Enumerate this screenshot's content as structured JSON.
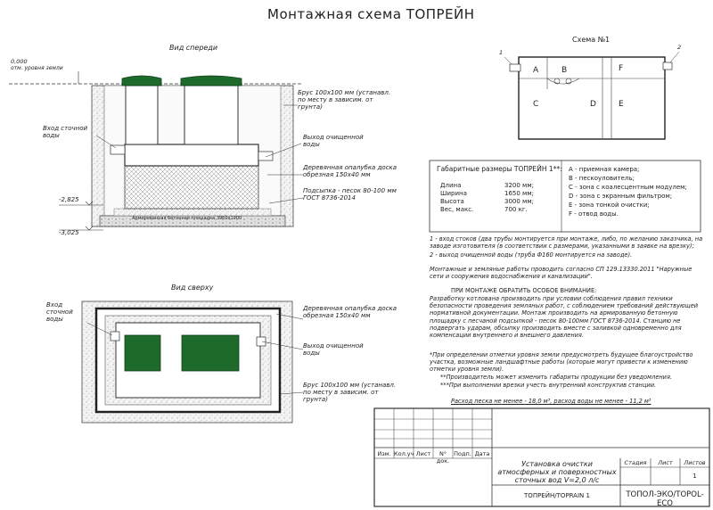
{
  "title": "Монтажная схема ТОПРЕЙН",
  "front_view": {
    "heading": "Вид спереди",
    "ground_level": "0,000",
    "ground_level_label": "отм. уровня земли",
    "inlet": "Вход сточной воды",
    "outlet": "Выход очищенной воды",
    "beam": "Брус 100х100 мм (устанавл. по месту в зависим. от грунта)",
    "formwork": "Деревянная опалубка доска обрезная 150х40 мм",
    "bedding": "Подсыпка - песок 80-100 мм ГОСТ 8736-2014",
    "level_1": "-2,825",
    "level_2": "-3,025",
    "slab": "Армированная бетонная площадка 3960х1900"
  },
  "top_view": {
    "heading": "Вид сверху",
    "inlet": "Вход сточной воды",
    "outlet": "Выход очищенной воды",
    "formwork": "Деревянная опалубка доска обрезная 150х40 мм",
    "beam": "Брус 100х100 мм (устанавл. по месту в зависим. от грунта)"
  },
  "scheme": {
    "heading": "Схема №1",
    "marker_1": "1",
    "marker_2": "2",
    "zones": [
      "A",
      "B",
      "C",
      "D",
      "E",
      "F"
    ]
  },
  "dims": {
    "heading": "Габаритные размеры ТОПРЕЙН 1**:",
    "rows": [
      {
        "label": "Длина",
        "value": "3200 мм;"
      },
      {
        "label": "Ширина",
        "value": "1650 мм;"
      },
      {
        "label": "Высота",
        "value": "3000 мм;"
      },
      {
        "label": "Вес, макс.",
        "value": "700 кг."
      }
    ],
    "legend": [
      "A - приемная камера;",
      "B - пескоуловитель;",
      "C - зона с коалесцентным модулем;",
      "D - зона с экранным фильтром;",
      "E - зона тонкой очистки;",
      "F - отвод воды."
    ]
  },
  "notes": {
    "p1": "1 - вход стоков (два трубы монтируется при монтаже, либо, по желанию заказчика, на заводе изготовителя (в соответствии с размерами, указанными в заявке на врезку);",
    "p1b": "2 - выход очищенной воды (труба Ф160 монтируется на заводе).",
    "p2": "Монтажные и земляные работы проводить согласно СП 129.13330.2011 \"Наружные сети и сооружения водоснабжения и канализации\".",
    "p3_head": "ПРИ МОНТАЖЕ ОБРАТИТЬ ОСОБОЕ ВНИМАНИЕ:",
    "p3": "Разработку котлована производить при условии соблюдения правил техники безопасности проведения земляных работ, с соблюдением требований действующей нормативной документации. Монтаж производить на армированную бетонную площадку с песчаной подсыпкой - песок 80-100мм ГОСТ 8736-2014. Станцию не подвергать ударам, обсыпку производить вместе с заливкой одновременно для компенсации внутреннего и внешнего давления.",
    "p4": "*При определении отметки уровня земли предусмотреть будущее благоустройство участка, возможные ландшафтные работы (которые могут привести к изменению отметки уровня земли).",
    "p5": "**Производитель может изменить габариты продукции без уведомления.",
    "p6": "***При выполнении врезки учесть внутренний конструктив станции.",
    "p7": "Расход песка не менее - 18,0 м³, расход воды не менее - 11,2 м³"
  },
  "stamp": {
    "cols": [
      "Изм.",
      "Кол.уч",
      "Лист",
      "N° док.",
      "Подп.",
      "Дата"
    ],
    "project": "Установка очистки атмосферных и поверхностных сточных вод V=2,0 л/с",
    "stage": "Стадия",
    "sheet": "Лист",
    "sheets": "Листов",
    "sheets_value": "1",
    "product": "ТОПРЕЙН/TOPRAIN 1",
    "company": "ТОПОЛ-ЭКО/TOPOL-ECO"
  }
}
